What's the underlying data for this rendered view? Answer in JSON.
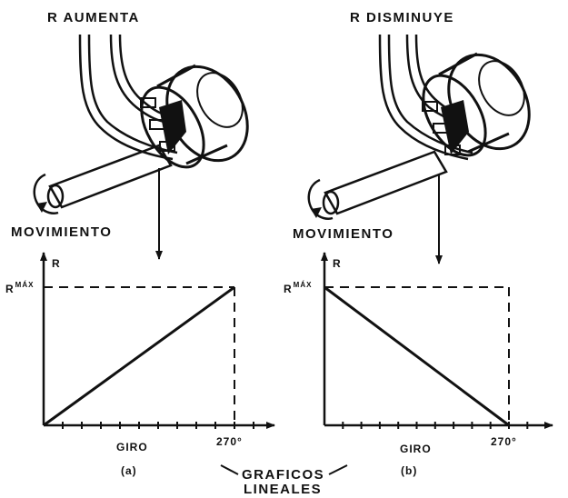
{
  "panel_a": {
    "title": "R AUMENTA",
    "movement_label": "MOVIMIENTO",
    "y_axis_label": "R",
    "y_max_label": "R",
    "y_max_sub": "MÁX",
    "x_axis_label": "GIRO",
    "x_end_label": "270°",
    "caption": "(a)",
    "line": "increasing"
  },
  "panel_b": {
    "title": "R DISMINUYE",
    "movement_label": "MOVIMIENTO",
    "y_axis_label": "R",
    "y_max_label": "R",
    "y_max_sub": "MÁX",
    "x_axis_label": "GIRO",
    "x_end_label": "270°",
    "caption": "(b)",
    "line": "decreasing"
  },
  "shared": {
    "caption_line1": "GRAFICOS",
    "caption_line2": "LINEALES"
  },
  "colors": {
    "ink": "#111111",
    "background": "#ffffff"
  }
}
